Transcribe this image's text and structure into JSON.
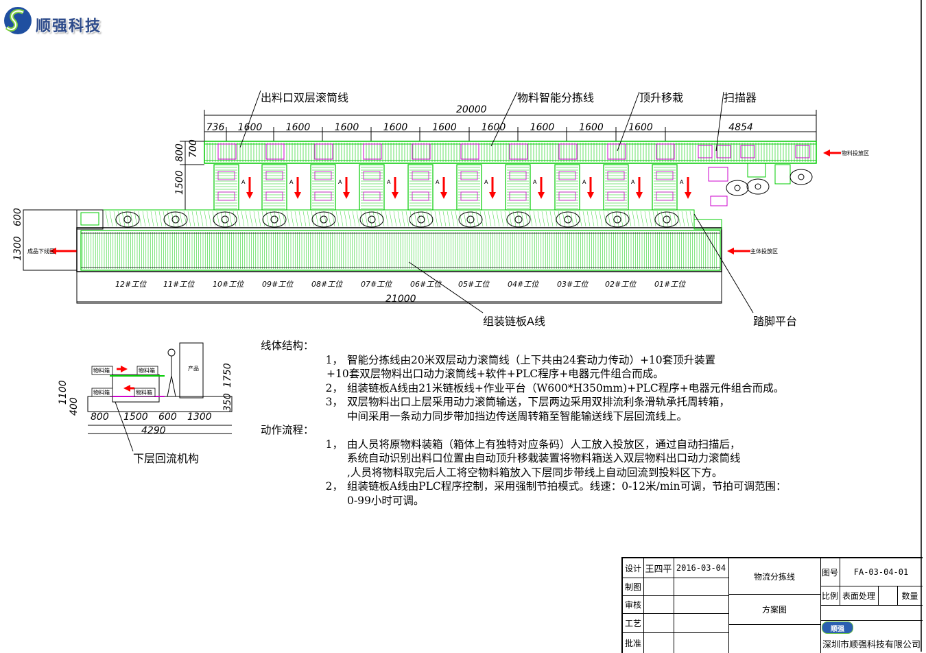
{
  "company_logo": {
    "name": "顺强科技"
  },
  "callouts": {
    "outlet_roller": "出料口双层滚筒线",
    "sorting_line": "物料智能分拣线",
    "lift_transfer": "顶升移栽",
    "scanner": "扫描器",
    "chain_line": "组装链板A线",
    "footstep": "踏脚平台",
    "lower_return": "下层回流机构"
  },
  "zones": {
    "material_input": "物料投放区",
    "main_input": "主体投放区",
    "finished_output": "成品下线区"
  },
  "dims_top": {
    "total": "20000",
    "segments": [
      "736",
      "1600",
      "1600",
      "1600",
      "1600",
      "1600",
      "1600",
      "1600",
      "1600",
      "1600",
      "4854"
    ],
    "left_upper": "800",
    "left_upper2": "700",
    "left_mid": "1500",
    "left_low1": "600",
    "left_low2": "1300",
    "bottom_total": "21000"
  },
  "stations": [
    "12#工位",
    "11#工位",
    "10#工位",
    "09#工位",
    "08#工位",
    "07#工位",
    "06#工位",
    "05#工位",
    "04#工位",
    "03#工位",
    "02#工位",
    "01#工位"
  ],
  "side_view": {
    "box_label": "物料箱",
    "product_label": "产品",
    "dims_bottom": [
      "800",
      "1500",
      "600",
      "1300"
    ],
    "dim_total": "4290",
    "dim_left1": "1100",
    "dim_left2": "400",
    "dim_right1": "1750",
    "dim_right2": "350"
  },
  "description": {
    "structure_title": "线体结构：",
    "structure_items": [
      {
        "num": "1，",
        "text": "智能分拣线由20米双层动力滚筒线（上下共由24套动力传动）+10套顶升装置",
        "cont": "+10套双层物料出口动力滚筒线+软件+PLC程序+电器元件组合而成。"
      },
      {
        "num": "2，",
        "text": "组装链板A线由21米链板线+作业平台（W600*H350mm)+PLC程序+电器元件组合而成。",
        "cont": ""
      },
      {
        "num": "3，",
        "text": "双层物料出口上层采用动力滚筒输送，下层两边采用双排流利条滑轨承托周转箱，",
        "cont": "中间采用一条动力同步带加挡边传送周转箱至智能输送线下层回流线上。"
      }
    ],
    "flow_title": "动作流程：",
    "flow_items": [
      {
        "num": "1，",
        "text": "由人员将原物料装箱（箱体上有独特对应条码）人工放入投放区，通过自动扫描后，",
        "cont": "系统自动识别出料口位置由自动顶升移栽装置将物料箱送入双层物料出口动力滚筒线",
        "cont2": ",人员将物料取完后人工将空物料箱放入下层同步带线上自动回流到投料区下方。"
      },
      {
        "num": "2，",
        "text": "组装链板A线由PLC程序控制，采用强制节拍模式。线速：0-12米/min可调，节拍可调范围：",
        "cont": "0-99小时可调。",
        "cont2": ""
      }
    ]
  },
  "title_block": {
    "design_label": "设计",
    "designer": "王四平",
    "date": "2016-03-04",
    "draw_label": "制图",
    "review_label": "审核",
    "process_label": "工艺",
    "approve_label": "批准",
    "project_name": "物流分拣线",
    "drawing_type": "方案图",
    "drawing_no_label": "图号",
    "drawing_no": "FA-03-04-01",
    "scale_label": "比例",
    "surface_label": "表面处理",
    "qty_label": "数量",
    "brand": "顺强",
    "company": "深圳市顺强科技有限公司"
  },
  "colors": {
    "conveyor_green": "#00cc00",
    "arrow_red": "#ff0000",
    "machine_magenta": "#cc00cc",
    "line_black": "#000000"
  }
}
